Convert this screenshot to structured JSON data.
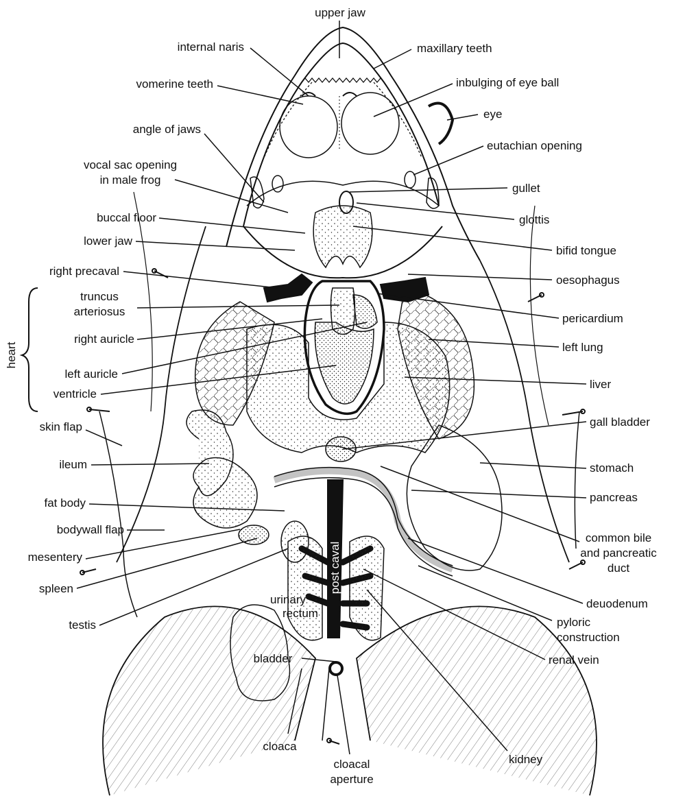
{
  "diagram": {
    "labels": {
      "upper_jaw": "upper jaw",
      "internal_naris": "internal naris",
      "maxillary_teeth": "maxillary teeth",
      "vomerine_teeth": "vomerine teeth",
      "inbulging_eye_ball": "inbulging of eye ball",
      "eye": "eye",
      "angle_of_jaws": "angle of jaws",
      "eutachian_opening": "eutachian opening",
      "vocal_sac_line1": "vocal sac opening",
      "vocal_sac_line2": "in  male frog",
      "gullet": "gullet",
      "buccal_floor": "buccal floor",
      "glottis": "glottis",
      "lower_jaw": "lower jaw",
      "bifid_tongue": "bifid tongue",
      "right_precaval": "right precaval",
      "oesophagus": "oesophagus",
      "truncus_line1": "truncus",
      "truncus_line2": "arteriosus",
      "pericardium": "pericardium",
      "right_auricle": "right auricle",
      "left_lung": "left lung",
      "left_auricle": "left auricle",
      "ventricle": "ventricle",
      "liver": "liver",
      "heart": "heart",
      "skin_flap": "skin flap",
      "gall_bladder": "gall bladder",
      "ileum": "ileum",
      "stomach": "stomach",
      "fat_body": "fat body",
      "pancreas": "pancreas",
      "bodywall_flap": "bodywall flap",
      "common_bile_line1": "common bile",
      "common_bile_line2": "and pancreatic",
      "common_bile_line3": "duct",
      "mesentery": "mesentery",
      "spleen": "spleen",
      "deuodenum": "deuodenum",
      "testis": "testis",
      "urinary_line1": "urinary",
      "urinary_line2": "rectum",
      "post_caval": "post caval",
      "pyloric_line1": "pyloric",
      "pyloric_line2": "construction",
      "renal_vein": "renal vein",
      "bladder": "bladder",
      "cloaca": "cloaca",
      "cloacal_line1": "cloacal",
      "cloacal_line2": "aperture",
      "kidney": "kidney"
    }
  }
}
